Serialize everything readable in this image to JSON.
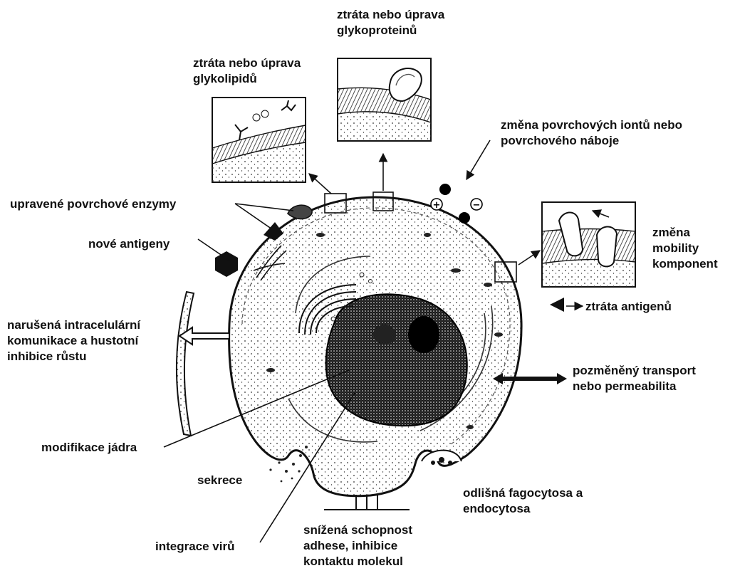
{
  "labels": {
    "glycoproteins": [
      "ztráta nebo úprava",
      "glykoproteinů"
    ],
    "glycolipids": [
      "ztráta nebo úprava",
      "glykolipidů"
    ],
    "surface_ions": [
      "změna povrchových iontů nebo",
      "povrchového náboje"
    ],
    "surface_enzymes": [
      "upravené povrchové enzymy"
    ],
    "new_antigens": [
      "nové antigeny"
    ],
    "mobility": [
      "změna",
      "mobility",
      "komponent"
    ],
    "intercellular": [
      "narušená intracelulární",
      "komunikace a hustotní",
      "inhibice růstu"
    ],
    "antigen_loss": [
      "ztráta antigenů"
    ],
    "transport": [
      "pozměněný transport",
      "nebo permeabilita"
    ],
    "nucleus_mod": [
      "modifikace jádra"
    ],
    "secretion": [
      "sekrece"
    ],
    "phagocytosis": [
      "odlišná fagocytosa a",
      "endocytosa"
    ],
    "virus_integration": [
      "integrace virů"
    ],
    "adhesion": [
      "snížená schopnost",
      "adhese, inhibice",
      "kontaktu molekul"
    ]
  },
  "charge_symbols": {
    "plus": "+",
    "minus": "−"
  }
}
